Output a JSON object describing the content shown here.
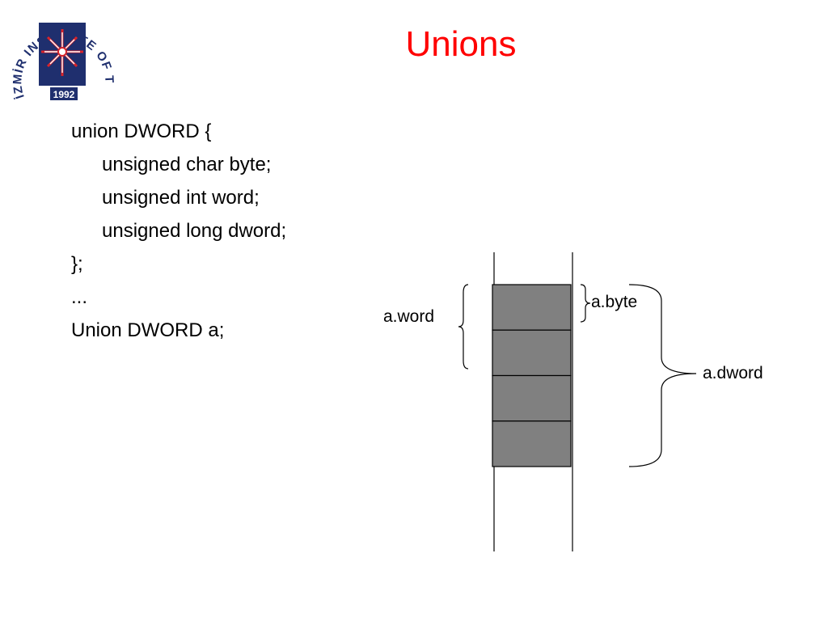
{
  "logo": {
    "ring_text": "İZMİR INSTITUTE OF TECHNOLOGY",
    "year": "1992",
    "colors": {
      "navy": "#1f2f6e",
      "red": "#d9232a",
      "white": "#ffffff"
    }
  },
  "slide": {
    "title": "Unions",
    "title_color": "#ff0000"
  },
  "code": [
    {
      "text": "union DWORD {",
      "indent": false
    },
    {
      "text": "unsigned char byte;",
      "indent": true
    },
    {
      "text": "unsigned int word;",
      "indent": true
    },
    {
      "text": "unsigned long dword;",
      "indent": true
    },
    {
      "text": "};",
      "indent": false
    },
    {
      "text": "...",
      "indent": false
    },
    {
      "text": "Union DWORD a;",
      "indent": false
    }
  ],
  "diagram": {
    "memory_cell_count": 4,
    "cell_color": "#808080",
    "labels": {
      "word": "a.word",
      "byte": "a.byte",
      "dword": "a.dword"
    }
  }
}
